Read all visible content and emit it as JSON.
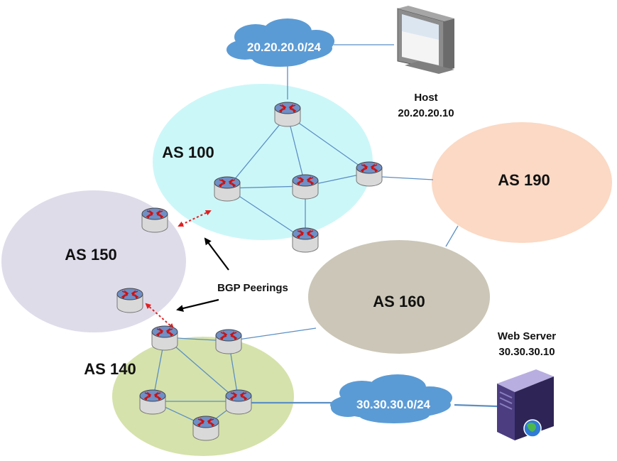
{
  "colors": {
    "as100": "#ccf7f9",
    "as150": "#dfdcea",
    "as190": "#fbd9c4",
    "as160": "#cbc6b7",
    "as140": "#d5e2ab",
    "cloud": "#5b9bd5",
    "link": "#5b8fc4",
    "peering": "#e02020",
    "router_top": "#6f8fc6",
    "router_body": "#d9d9d9"
  },
  "autonomous_systems": [
    {
      "id": "as100",
      "label": "AS 100"
    },
    {
      "id": "as150",
      "label": "AS 150"
    },
    {
      "id": "as190",
      "label": "AS 190"
    },
    {
      "id": "as160",
      "label": "AS 160"
    },
    {
      "id": "as140",
      "label": "AS 140"
    }
  ],
  "clouds": [
    {
      "id": "net20",
      "label": "20.20.20.0/24"
    },
    {
      "id": "net30",
      "label": "30.30.30.0/24"
    }
  ],
  "host": {
    "title": "Host",
    "ip": "20.20.20.10",
    "icon": "desktop-monitor-icon"
  },
  "web_server": {
    "title": "Web Server",
    "ip": "30.30.30.10",
    "icon": "server-tower-icon"
  },
  "bgp_label": "BGP Peerings",
  "router_icon": "router-icon"
}
